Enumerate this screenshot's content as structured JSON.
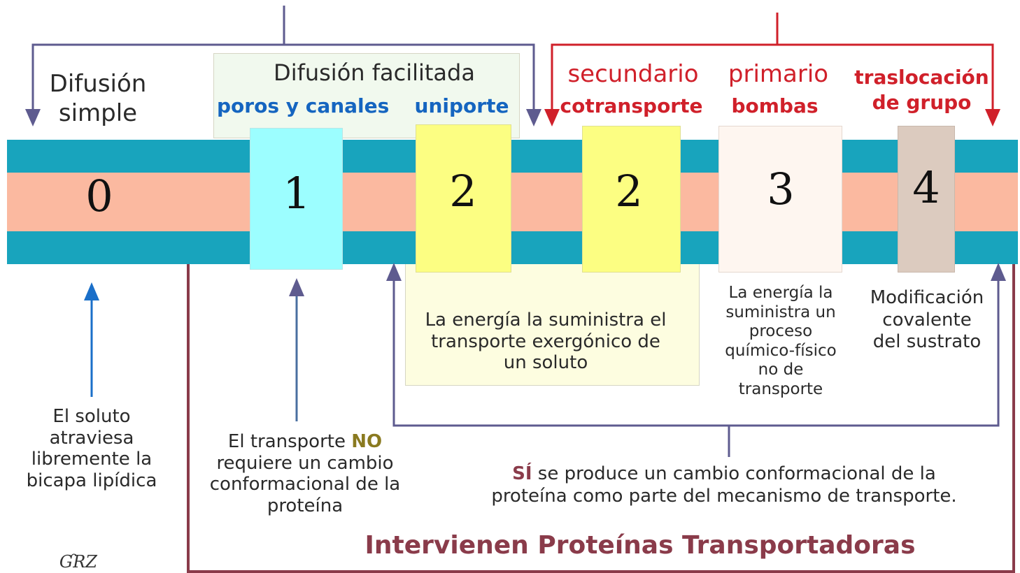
{
  "diagram": {
    "top_labels": {
      "simple_line1": "Difusión",
      "simple_line2": "simple",
      "facilitated": "Difusión facilitada",
      "pores": "poros y canales",
      "uniport": "uniporte",
      "secondary": "secundario",
      "cotransport": "cotransporte",
      "primary": "primario",
      "pumps": "bombas",
      "group_line1": "traslocación",
      "group_line2": "de grupo"
    },
    "proteins": {
      "n0": "0",
      "n1": "1",
      "n2a": "2",
      "n2b": "2",
      "n3": "3",
      "n4": "4"
    },
    "notes": {
      "simple": [
        "El soluto",
        "atraviesa",
        "libremente la",
        "bicapa lipídica"
      ],
      "no_change_prefix": "El transporte ",
      "no_change_strong": "NO",
      "no_change_rest": [
        "requiere un cambio",
        "conformacional de la",
        "proteína"
      ],
      "exergonic": [
        "La energía la suministra el",
        "transporte exergónico de",
        "un soluto"
      ],
      "chemical": [
        "La energía la",
        "suministra un",
        "proceso",
        "químico-físico",
        "no de",
        "transporte"
      ],
      "covalent": [
        "Modificación",
        "covalente",
        "del sustrato"
      ],
      "yes_strong": "SÍ",
      "yes_line1_rest": " se produce un cambio conformacional de la",
      "yes_line2": "proteína como parte del mecanismo de transporte.",
      "carrier_title": "Intervienen Proteínas Transportadoras",
      "signature": "ƓRZ"
    },
    "colors": {
      "membrane_outer": "#18a4bd",
      "membrane_core": "#fbb9a0",
      "channel_protein": "#9cfeff",
      "cotransporter": "#fcfe82",
      "pump": "#fef6f0",
      "group_translocase": "#dccbbf",
      "arrow_purple": "#5e5b8f",
      "arrow_red": "#d0202a",
      "arrow_blue": "#1a6fc9",
      "frame_wine": "#8a3b4a"
    }
  }
}
